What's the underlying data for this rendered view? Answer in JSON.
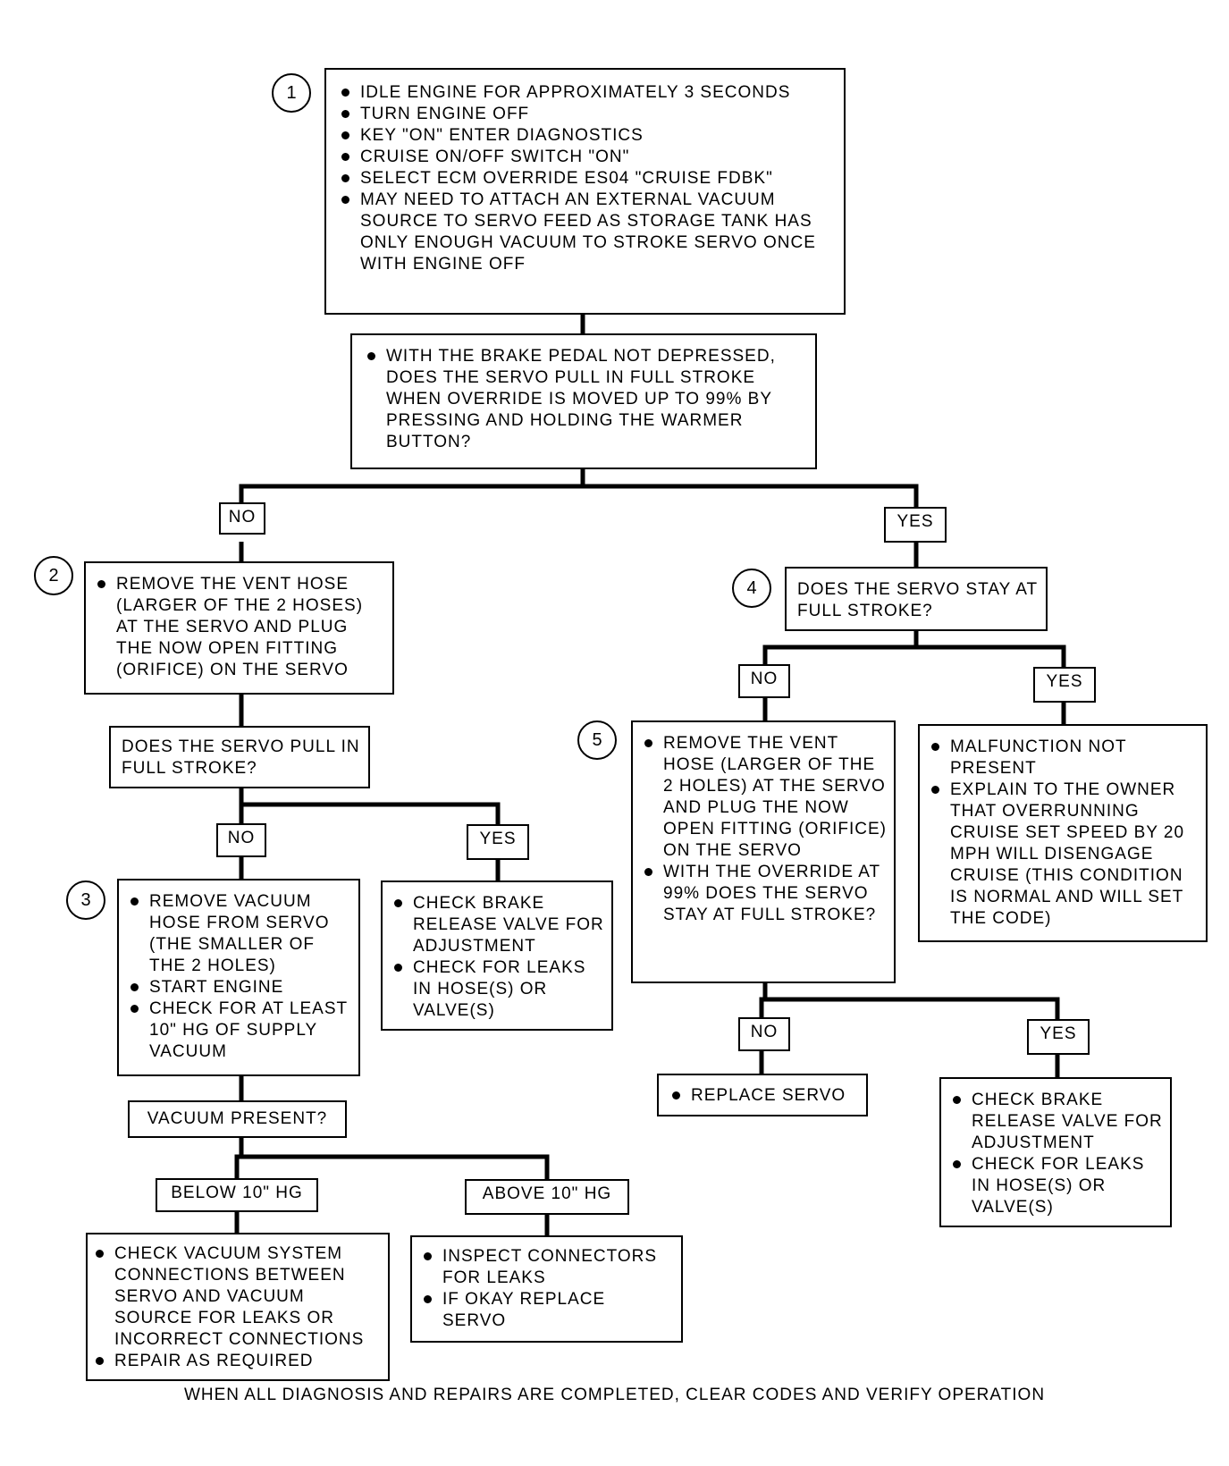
{
  "steps": {
    "s1": "1",
    "s2": "2",
    "s3": "3",
    "s4": "4",
    "s5": "5"
  },
  "box1": [
    "IDLE ENGINE FOR APPROXIMATELY 3 SECONDS",
    "TURN ENGINE OFF",
    "KEY \"ON\" ENTER DIAGNOSTICS",
    "CRUISE ON/OFF SWITCH \"ON\"",
    "SELECT ECM OVERRIDE ES04 \"CRUISE FDBK\"",
    "MAY NEED TO ATTACH AN EXTERNAL VACUUM SOURCE TO SERVO FEED AS STORAGE TANK HAS ONLY ENOUGH VACUUM TO STROKE SERVO ONCE WITH ENGINE OFF"
  ],
  "question1": "WITH THE BRAKE PEDAL NOT DEPRESSED, DOES THE SERVO PULL IN FULL STROKE WHEN OVERRIDE IS MOVED UP TO 99% BY PRESSING AND HOLDING THE WARMER BUTTON?",
  "labels": {
    "no": "NO",
    "yes": "YES",
    "below": "BELOW 10\" HG",
    "above": "ABOVE 10\" HG"
  },
  "box2": "REMOVE THE VENT HOSE (LARGER OF THE 2 HOSES) AT THE SERVO AND PLUG THE NOW OPEN FITTING (ORIFICE) ON THE SERVO",
  "question2": "DOES THE SERVO PULL IN FULL STROKE?",
  "box3": [
    "REMOVE VACUUM HOSE FROM SERVO (THE SMALLER OF THE 2 HOLES)",
    "START ENGINE",
    "CHECK FOR AT LEAST 10\" HG OF SUPPLY VACUUM"
  ],
  "check_brake": [
    "CHECK BRAKE RELEASE VALVE FOR ADJUSTMENT",
    "CHECK FOR LEAKS IN HOSE(S) OR VALVE(S)"
  ],
  "question3": "VACUUM PRESENT?",
  "below_box": [
    "CHECK VACUUM SYSTEM CONNECTIONS BETWEEN SERVO AND VACUUM SOURCE FOR LEAKS OR INCORRECT CONNECTIONS",
    "REPAIR AS REQUIRED"
  ],
  "above_box": [
    "INSPECT CONNECTORS FOR LEAKS",
    "IF OKAY REPLACE SERVO"
  ],
  "question4": "DOES THE SERVO STAY AT FULL STROKE?",
  "box5": [
    "REMOVE THE VENT HOSE (LARGER OF THE 2 HOLES) AT THE SERVO AND PLUG THE NOW OPEN FITTING (ORIFICE) ON THE SERVO",
    "WITH THE OVERRIDE AT 99% DOES THE SERVO STAY AT FULL STROKE?"
  ],
  "malfunction_box": [
    "MALFUNCTION NOT PRESENT",
    "EXPLAIN TO THE OWNER THAT OVERRUNNING CRUISE SET SPEED BY 20 MPH WILL DISENGAGE CRUISE (THIS CONDITION IS NORMAL AND WILL SET THE CODE)"
  ],
  "replace_servo": "REPLACE SERVO",
  "footer": "WHEN ALL DIAGNOSIS AND REPAIRS ARE COMPLETED, CLEAR CODES AND VERIFY OPERATION"
}
